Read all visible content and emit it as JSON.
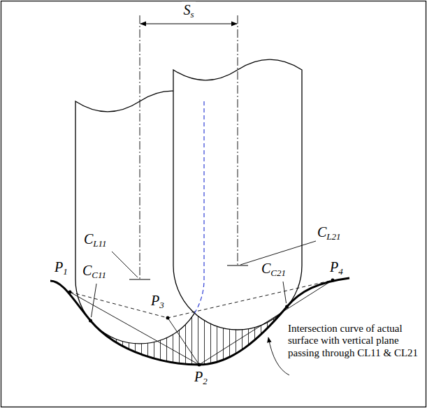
{
  "diagram": {
    "labels": [
      "Ss",
      "CL11",
      "CL21",
      "CC11",
      "CC21",
      "P1",
      "P3",
      "P4",
      "P2",
      "Intersection curve of actual surface with vertical plane passing through CL11 & CL21"
    ]
  }
}
